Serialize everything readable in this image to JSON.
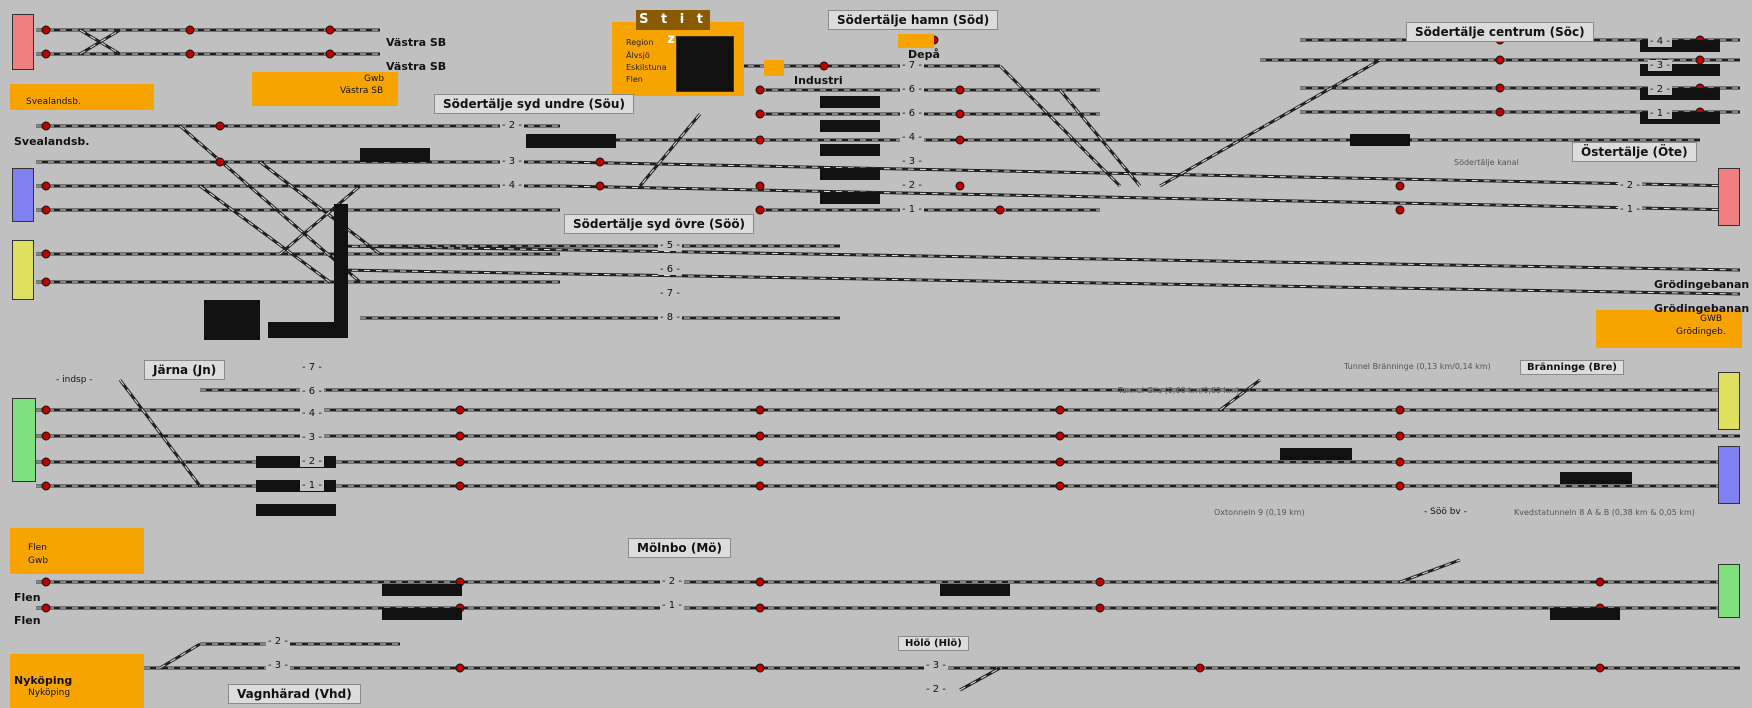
{
  "colors": {
    "background": "#c0c0c0",
    "track": "#202020",
    "signal": "#c00000",
    "orange": "#f7a400",
    "red_end": "#f08080",
    "blue_end": "#8080f0",
    "yellow_end": "#e0e060",
    "green_end": "#80e080"
  },
  "stitz": {
    "title": "S t i t z",
    "lines": [
      "Region",
      "Älvsjö",
      "Eskilstuna",
      "Flen"
    ]
  },
  "stations": {
    "sod_hamn": "Södertälje hamn (Söd)",
    "sou": "Södertälje syd undre (Söu)",
    "soo": "Södertälje syd övre (Söö)",
    "soc": "Södertälje centrum (Söc)",
    "ote": "Östertälje (Öte)",
    "jn": "Järna (Jn)",
    "mo": "Mölnbo (Mö)",
    "vhd": "Vagnhärad (Vhd)",
    "hlo": "Hölö (Hlö)",
    "bre": "Bränninge (Bre)"
  },
  "side_labels": {
    "vastra_sb_1": "Västra SB",
    "vastra_sb_2": "Västra SB",
    "gwb": "Gwb",
    "vastra_sb_small": "Västra SB",
    "svealandsb_1": "Svealandsb.",
    "svealandsb_2": "Svealandsb.",
    "depa": "Depå",
    "industri": "Industri",
    "grodingebanan_1": "Grödingebanan",
    "grodingebanan_2": "Grödingebanan",
    "gwb_right": "GWB",
    "grodingeb": "Grödingeb.",
    "flen_top": "Flen",
    "gwb_small": "Gwb",
    "flen_1": "Flen",
    "flen_2": "Flen",
    "nykoping": "Nyköping",
    "nykoping_small": "Nyköping",
    "indsp": "- indsp -",
    "soo_bv": "- Söö bv -"
  },
  "notes": {
    "tunnel_branninge": "Tunnel Bränninge (0,13 km/0,14 km)",
    "tunnel_glia": "Tunnel Glia (0,66 km/0,69 km)",
    "oxtonneln": "Oxtonneln 9 (0,19 km)",
    "kvedsta": "Kvedstatunneln 8 A & B (0,38 km & 0,05 km)",
    "kanal": "Södertälje kanal"
  },
  "track_numbers": {
    "t2a": "- 2 -",
    "t3a": "- 3 -",
    "t4a": "- 4 -",
    "t5": "- 5 -",
    "t6": "- 6 -",
    "t7": "- 7 -",
    "t8": "- 8 -",
    "h7": "- 7 -",
    "h6a": "- 6 -",
    "h6b": "- 6 -",
    "h4": "- 4 -",
    "h3": "- 3 -",
    "h2": "- 2 -",
    "h1": "- 1 -",
    "c4": "- 4 -",
    "c3": "- 3 -",
    "c2": "- 2 -",
    "c1": "- 1 -",
    "o2": "- 2 -",
    "o1": "- 1 -",
    "j7": "- 7 -",
    "j6": "- 6 -",
    "j4": "- 4 -",
    "j3": "- 3 -",
    "j2": "- 2 -",
    "j1": "- 1 -",
    "m2": "- 2 -",
    "m1": "- 1 -",
    "v2": "- 2 -",
    "v3": "- 3 -",
    "hl3": "- 3 -",
    "hl2": "- 2 -"
  }
}
